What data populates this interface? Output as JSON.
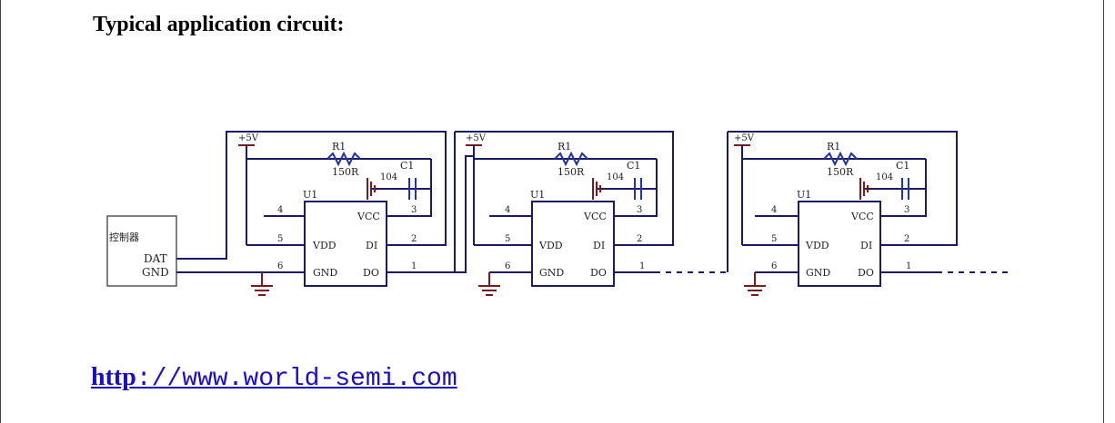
{
  "heading": "Typical application circuit:",
  "controller": {
    "label": "控制器",
    "pin_dat": "DAT",
    "pin_gnd": "GND"
  },
  "stage": {
    "ic_name": "U1",
    "pin_vcc": "VCC",
    "pin_vdd": "VDD",
    "pin_gnd": "GND",
    "pin_di": "DI",
    "pin_do": "DO",
    "pin4": "4",
    "pin5": "5",
    "pin6": "6",
    "pin3": "3",
    "pin2": "2",
    "pin1": "1",
    "supply": "+5V",
    "resistor_name": "R1",
    "resistor_value": "150R",
    "cap_name": "C1",
    "cap_value": "104"
  },
  "link": {
    "scheme": "http",
    "rest": "://www.world-semi.com"
  },
  "colors": {
    "wire": "#1a1a66",
    "ground": "#7a1a1a",
    "cap": "#2233aa",
    "resistor": "#2233aa",
    "link": "#1a0dcc"
  }
}
